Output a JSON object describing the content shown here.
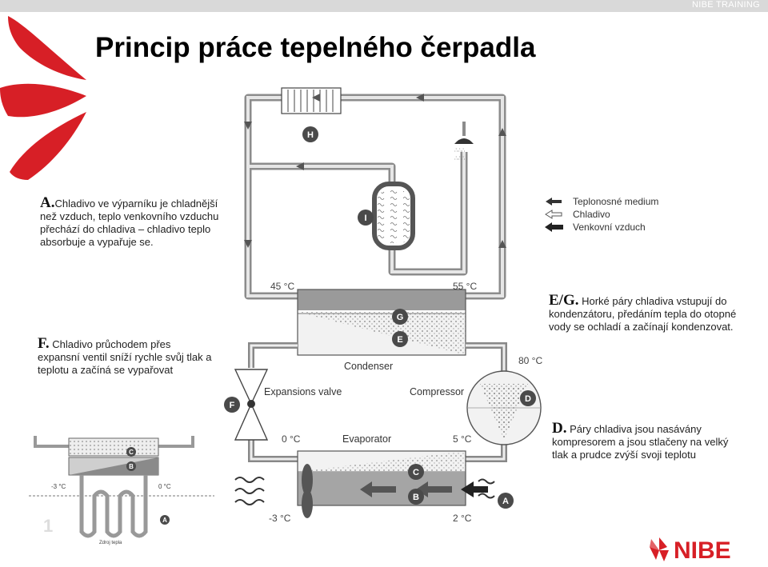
{
  "header": {
    "brand": "NIBE TRAINING"
  },
  "title": "Princip práce tepelného čerpadla",
  "paragraphs": {
    "a": {
      "letter": "A.",
      "text": "Chladivo ve výparníku je chladnější než vzduch, teplo venkovního vzduchu přechází do chladiva – chladivo teplo absorbuje a vypařuje se."
    },
    "f": {
      "letter": "F.",
      "text": "Chladivo průchodem přes expansní ventil sníží rychle svůj tlak a teplotu a začíná se vypařovat"
    },
    "eg": {
      "letter": "E/G.",
      "text": "Horké páry chladiva vstupují do kondenzátoru, předáním tepla do otopné vody se ochladí a začínají kondenzovat."
    },
    "d": {
      "letter": "D.",
      "text": "Páry chladiva  jsou nasávány kompresorem a jsou stlačeny na velký tlak a prudce zvýší svoji teplotu"
    }
  },
  "legend": [
    {
      "label": "Teplonosné medium",
      "icon": "solid-arrow-icon"
    },
    {
      "label": "Chladivo",
      "icon": "outline-arrow-icon"
    },
    {
      "label": "Venkovní vzduch",
      "icon": "bold-arrow-icon"
    }
  ],
  "diagram": {
    "markers": [
      "H",
      "I",
      "G",
      "E",
      "F",
      "D",
      "C",
      "B",
      "A"
    ],
    "labels": {
      "condenser": "Condenser",
      "expansion_valve": "Expansions valve",
      "compressor": "Compressor",
      "evaporator": "Evaporator"
    },
    "temps": {
      "cond_in": "45 °C",
      "cond_out": "55 °C",
      "hot_gas": "80 °C",
      "evap_in": "0 °C",
      "evap_out": "5 °C",
      "air_out": "-3 °C",
      "air_in": "2 °C"
    }
  },
  "ground_loop": {
    "markers": [
      "C",
      "B",
      "A"
    ],
    "temp_left": "-3 °C",
    "temp_right": "0 °C",
    "caption": "Zdroj tepla",
    "page_number": "1"
  },
  "logo": {
    "text": "NIBE"
  },
  "colors": {
    "pipe": "#9a9a9a",
    "marker": "#4a4a4a",
    "logo_red": "#d71f26"
  }
}
